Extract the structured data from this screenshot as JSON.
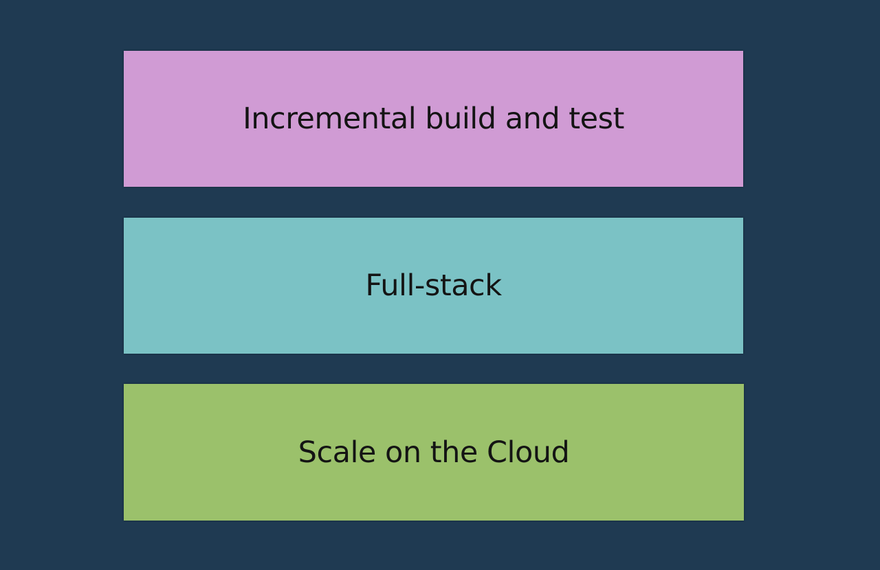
{
  "colors": {
    "background": "#1f3a52",
    "text": "#141414"
  },
  "blocks": [
    {
      "label": "Incremental build and test",
      "color": "#d09bd4"
    },
    {
      "label": "Full-stack",
      "color": "#7bc2c5"
    },
    {
      "label": "Scale on the Cloud",
      "color": "#9bc16b"
    }
  ]
}
